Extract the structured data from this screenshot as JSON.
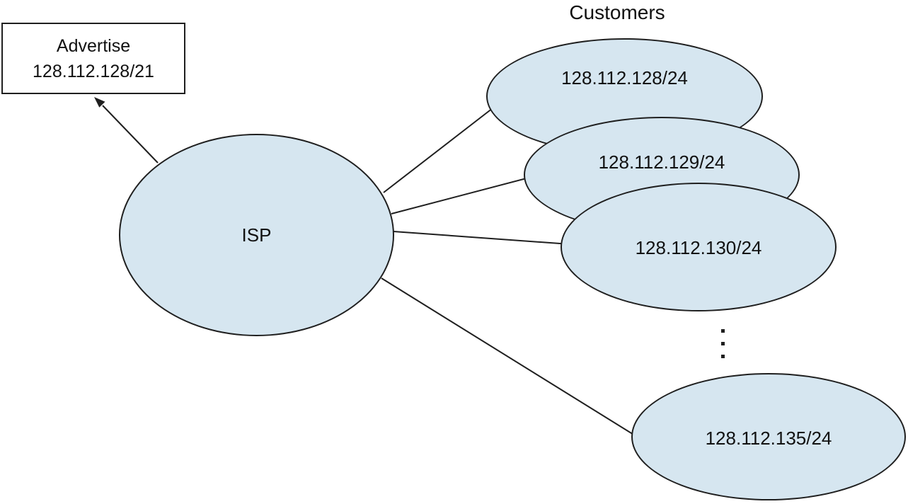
{
  "diagram": {
    "customers_label": "Customers",
    "advertise_box": {
      "line1": "Advertise",
      "line2": "128.112.128/21"
    },
    "isp_label": "ISP",
    "customer_networks": [
      "128.112.128/24",
      "128.112.129/24",
      "128.112.130/24",
      "128.112.135/24"
    ],
    "icons": {
      "vertical_ellipsis": "vertical-ellipsis-icon"
    },
    "colors": {
      "node_fill": "#d6e6f0",
      "stroke": "#1f1f1f",
      "background": "#ffffff",
      "text": "#111111"
    }
  }
}
